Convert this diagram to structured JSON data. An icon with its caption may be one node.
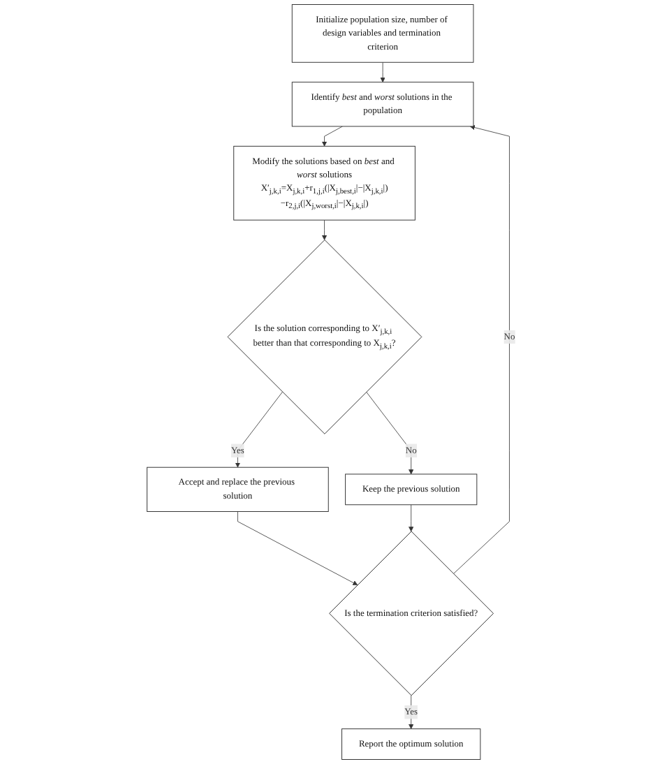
{
  "diagram": {
    "nodes": [
      {
        "text": [
          "Initialize population size, number of design variables and termination criterion"
        ]
      },
      {
        "text": [
          "Identify *best* and *worst* solutions in the population"
        ]
      },
      {
        "text": [
          "Modify the solutions based on *best* and *worst* solutions",
          "X′$_{j,k,i}$=X$_{j,k,i}$+r$_{1,j,i}$(|X$_{j,best,i}$|−|X$_{j,k,i}$|)−r$_{2,j,i}$(|X$_{j,worst,i}$|−|X$_{j,k,i}$|)"
        ]
      },
      {
        "text": [
          "Is the solution corresponding to X′$_{j,k,i}$ better than that corresponding to X$_{j,k,i}$?"
        ]
      },
      {
        "text": [
          "Accept and replace the previous solution"
        ]
      },
      {
        "text": [
          "Keep the previous solution"
        ]
      },
      {
        "text": [
          "Is the termination criterion satisfied?"
        ]
      },
      {
        "text": [
          "Report the optimum solution"
        ]
      }
    ],
    "edges": [
      {
        "from": 0,
        "to": 1,
        "arrow": "to"
      },
      {
        "from": 1,
        "to": 2,
        "arrow": "to"
      },
      {
        "from": 2,
        "to": 3,
        "arrow": "to"
      },
      {
        "from": 3,
        "to": 4,
        "arrow": "to",
        "label": "Yes"
      },
      {
        "from": 3,
        "to": 5,
        "arrow": "to",
        "label": "No"
      },
      {
        "from": 4,
        "to": 6,
        "arrow": "to"
      },
      {
        "from": 5,
        "to": 6,
        "arrow": "to"
      },
      {
        "from": 6,
        "to": 1,
        "arrow": "to",
        "label": "No"
      },
      {
        "from": 6,
        "to": 7,
        "arrow": "to",
        "label": "Yes"
      }
    ]
  }
}
